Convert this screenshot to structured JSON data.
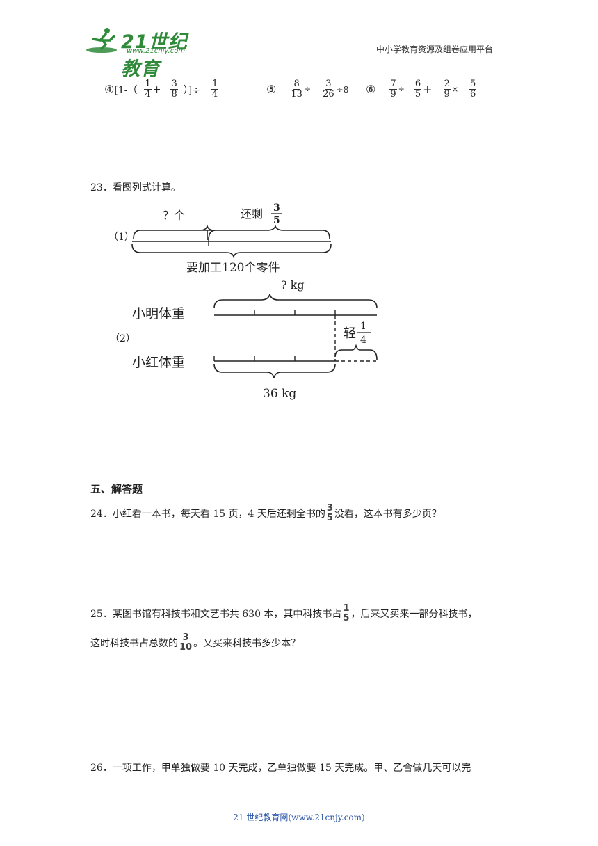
{
  "header": {
    "logo_brand": "21世纪教育",
    "logo_url": "www.21cnjy.com",
    "right_text": "中小学教育资源及组卷应用平台"
  },
  "calc_row": {
    "p4": {
      "label": "④",
      "open": "[1-（",
      "f1": {
        "n": "1",
        "d": "4"
      },
      "plus": "+",
      "f2": {
        "n": "3",
        "d": "8"
      },
      "close": "）]÷",
      "f3": {
        "n": "1",
        "d": "4"
      }
    },
    "p5": {
      "label": "⑤",
      "f1": {
        "n": "8",
        "d": "13"
      },
      "div": "÷",
      "f2": {
        "n": "3",
        "d": "26"
      },
      "tail": "÷8"
    },
    "p6": {
      "label": "⑥",
      "f1": {
        "n": "7",
        "d": "9"
      },
      "div": "÷",
      "f2": {
        "n": "6",
        "d": "5"
      },
      "plus": "+",
      "f3": {
        "n": "2",
        "d": "9"
      },
      "times": "×",
      "f4": {
        "n": "5",
        "d": "6"
      }
    }
  },
  "q23": {
    "title": "23．看图列式计算。",
    "d1": {
      "label": "（1）",
      "unknown": "？个",
      "remain_text": "还剩",
      "remain_frac": {
        "n": "3",
        "d": "5"
      },
      "total": "要加工120个零件"
    },
    "d2": {
      "label": "（2）",
      "top_label": "? kg",
      "ming": "小明体重",
      "hong": "小红体重",
      "lighter_text": "轻",
      "lighter_frac": {
        "n": "1",
        "d": "4"
      },
      "bottom_label": "36 kg"
    }
  },
  "section5": {
    "title": "五、解答题"
  },
  "q24": {
    "before": "24．小红看一本书，每天看 15 页，4 天后还剩全书的",
    "frac": {
      "n": "3",
      "d": "5"
    },
    "after": "没看，这本书有多少页？"
  },
  "q25": {
    "line1_before": "25．某图书馆有科技书和文艺书共 630 本，其中科技书占",
    "frac1": {
      "n": "1",
      "d": "5"
    },
    "line1_after": "，后来又买来一部分科技书，",
    "line2_before": "这时科技书占总数的",
    "frac2": {
      "n": "3",
      "d": "10"
    },
    "line2_after": "。又买来科技书多少本？"
  },
  "q26": {
    "text": "26．一项工作，甲单独做要 10 天完成，乙单独做要 15 天完成。甲、乙合做几天可以完"
  },
  "footer": {
    "text": "21 世纪教育网(www.21cnjy.com)"
  },
  "colors": {
    "logo_green": "#2f8a3a",
    "footer_blue": "#2a55a8"
  }
}
